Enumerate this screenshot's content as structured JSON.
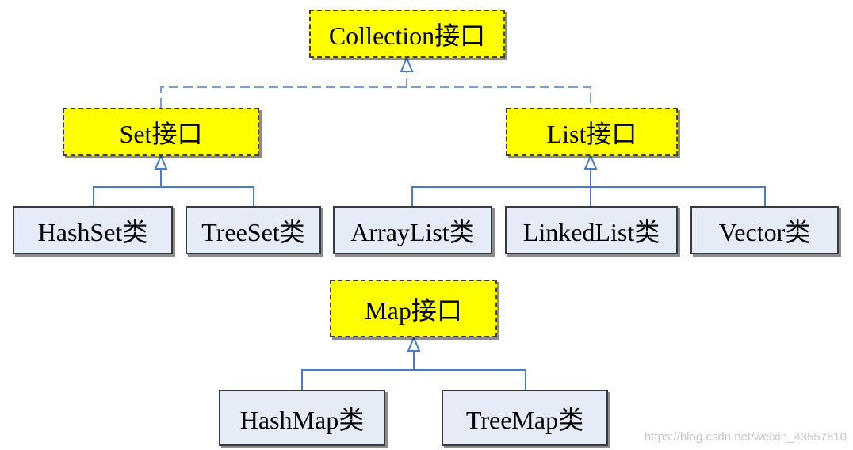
{
  "colors": {
    "interface_fill": "#ffff00",
    "class_fill": "#e6ecf7",
    "connector": "#4a7ac8",
    "border": "#3a3a3a"
  },
  "interfaces": {
    "collection": "Collection接口",
    "set": "Set接口",
    "list": "List接口",
    "map": "Map接口"
  },
  "classes": {
    "hashset": "HashSet类",
    "treeset": "TreeSet类",
    "arraylist": "ArrayList类",
    "linkedlist": "LinkedList类",
    "vector": "Vector类",
    "hashmap": "HashMap类",
    "treemap": "TreeMap类"
  },
  "watermark": "https://blog.csdn.net/weixin_43557810"
}
